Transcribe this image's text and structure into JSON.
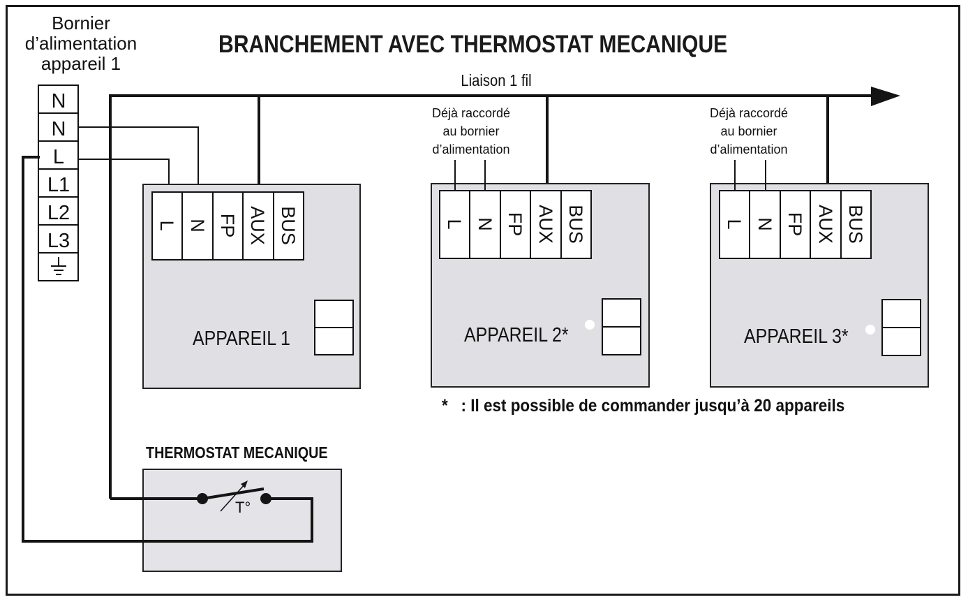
{
  "title": "BRANCHEMENT AVEC THERMOSTAT MECANIQUE",
  "supply_block": {
    "caption_lines": [
      "Bornier",
      "d’alimentation",
      "appareil 1"
    ],
    "terminals": [
      "N",
      "N",
      "L",
      "L1",
      "L2",
      "L3",
      "⏚"
    ]
  },
  "link_label": "Liaison 1 fil",
  "already_connected_lines": [
    "Déjà raccordé",
    "au bornier",
    "d’alimentation"
  ],
  "device_terminals": [
    "L",
    "N",
    "FP",
    "AUX",
    "BUS"
  ],
  "devices": [
    {
      "label": "APPAREIL 1"
    },
    {
      "label": "APPAREIL 2*"
    },
    {
      "label": "APPAREIL 3*"
    }
  ],
  "footnote": "*   : Il est possible de commander jusqu’à 20 appareils",
  "thermostat": {
    "title": "THERMOSTAT MECANIQUE",
    "symbol": "T°"
  },
  "colors": {
    "wire": "#141414",
    "device_fill": "#e0e0e4",
    "thermostat_fill": "#e4e4e8",
    "terminal_fill": "#ffffff"
  }
}
